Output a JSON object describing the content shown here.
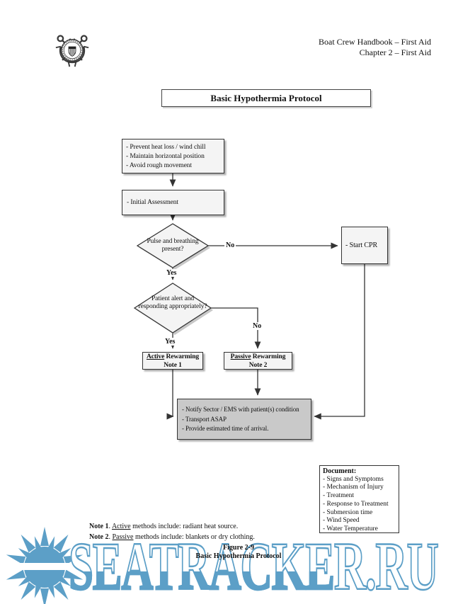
{
  "header": {
    "line1": "Boat Crew Handbook – First Aid",
    "line2": "Chapter 2 – First Aid"
  },
  "title_box": {
    "label": "Basic Hypothermia Protocol"
  },
  "flowchart": {
    "prevent_box": {
      "line1": "- Prevent heat loss / wind chill",
      "line2": "- Maintain horizontal position",
      "line3": "- Avoid rough movement"
    },
    "initial_box": {
      "label": "- Initial Assessment"
    },
    "pulse_diamond": {
      "label": "Pulse and breathing present?"
    },
    "cpr_box": {
      "label": "- Start CPR"
    },
    "alert_diamond": {
      "label": "Patient alert and responding appropriately?"
    },
    "active_box": {
      "word": "Active",
      "rest": " Rewarming",
      "note": "Note 1"
    },
    "passive_box": {
      "word": "Passive",
      "rest": " Rewarming",
      "note": "Note 2"
    },
    "notify_box": {
      "line1": "- Notify Sector / EMS with patient(s) condition",
      "line2": "- Transport ASAP",
      "line3": "- Provide estimated time of arrival."
    },
    "labels": {
      "no_cpr": "No",
      "yes_pulse": "Yes",
      "yes_alert": "Yes",
      "no_alert": "No"
    }
  },
  "document_box": {
    "title": "Document:",
    "items": [
      "- Signs and Symptoms",
      "- Mechanism of Injury",
      "- Treatment",
      "- Response to Treatment",
      "- Submersion time",
      "- Wind Speed",
      "- Water Temperature"
    ]
  },
  "notes": {
    "note1": {
      "label": "Note 1",
      "sep": ". ",
      "word": "Active",
      "rest": " methods include: radiant heat source."
    },
    "note2": {
      "label": "Note 2",
      "sep": ". ",
      "word": "Passive",
      "rest": " methods include: blankets or dry clothing."
    }
  },
  "caption": {
    "line1": "Figure 2-9",
    "line2": "Basic Hypothermia Protocol"
  },
  "watermark": {
    "text": "SEATRACKER.RU",
    "color": "#5C9FC7"
  },
  "colors": {
    "notify_box_gray": "#c9c9c9",
    "box_fill": "#f4f4f4",
    "line": "#333333"
  },
  "logo": {
    "alt": "United States Coast Guard seal"
  }
}
